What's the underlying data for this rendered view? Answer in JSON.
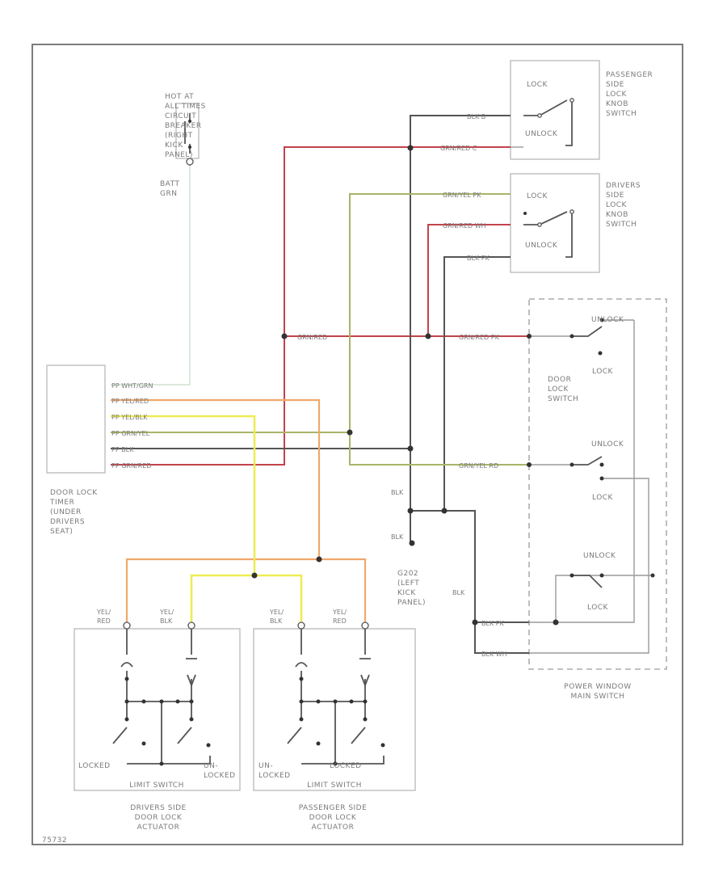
{
  "components": {
    "circuit_breaker": [
      "HOT AT",
      "ALL TIMES",
      "CIRCUIT",
      "BREAKER",
      "(RIGHT",
      "KICK",
      "PANEL)"
    ],
    "batt_wire": [
      "BATT",
      "GRN"
    ],
    "passenger_knob_switch": {
      "label": [
        "PASSENGER",
        "SIDE",
        "LOCK",
        "KNOB",
        "SWITCH"
      ],
      "lock": "LOCK",
      "unlock": "UNLOCK"
    },
    "driver_knob_switch": {
      "label": [
        "DRIVERS",
        "SIDE",
        "LOCK",
        "KNOB",
        "SWITCH"
      ],
      "lock": "LOCK",
      "unlock": "UNLOCK"
    },
    "door_lock_timer": [
      "DOOR LOCK",
      "TIMER",
      "(UNDER",
      "DRIVERS",
      "SEAT)"
    ],
    "door_lock_switch": [
      "DOOR",
      "LOCK",
      "SWITCH"
    ],
    "power_window_switch": [
      "POWER WINDOW",
      "MAIN SWITCH"
    ],
    "ground": [
      "G202",
      "(LEFT",
      "KICK",
      "PANEL)"
    ],
    "driver_actuator": [
      "DRIVERS SIDE",
      "DOOR LOCK",
      "ACTUATOR"
    ],
    "passenger_actuator": [
      "PASSENGER SIDE",
      "DOOR LOCK",
      "ACTUATOR"
    ],
    "limit_switch": "LIMIT SWITCH",
    "locked": "LOCKED",
    "unlocked": [
      "UN-",
      "LOCKED"
    ],
    "sw_lock": "LOCK",
    "sw_unlock": "UNLOCK",
    "figure_id": "75732"
  },
  "wires": {
    "blk_b": "BLK  B",
    "grn_red_c": "GRN/RED  C",
    "grn_yel_pk": "GRN/YEL  PK",
    "grn_red_wh": "GRN/RED  WH",
    "blk_pk": "BLK  PK",
    "grn_red": "GRN/RED",
    "grn_red_pk": "GRN/RED  PK",
    "grn_yel_rd": "GRN/YEL  RD",
    "timer_wht": "PP  WHT/GRN",
    "timer_yel_red": "PP  YEL/RED",
    "timer_yel_blk": "PP  YEL/BLK",
    "timer_grn_yel": "PP  GRN/YEL",
    "timer_blk": "PP  BLK",
    "timer_grn_red": "PP  GRN/RED",
    "blk": "BLK",
    "blk_pw1": "BLK  PK",
    "blk_pw2": "BLK  WH",
    "yel_red": [
      "YEL/",
      "RED"
    ],
    "yel_blk": [
      "YEL/",
      "BLK"
    ]
  }
}
